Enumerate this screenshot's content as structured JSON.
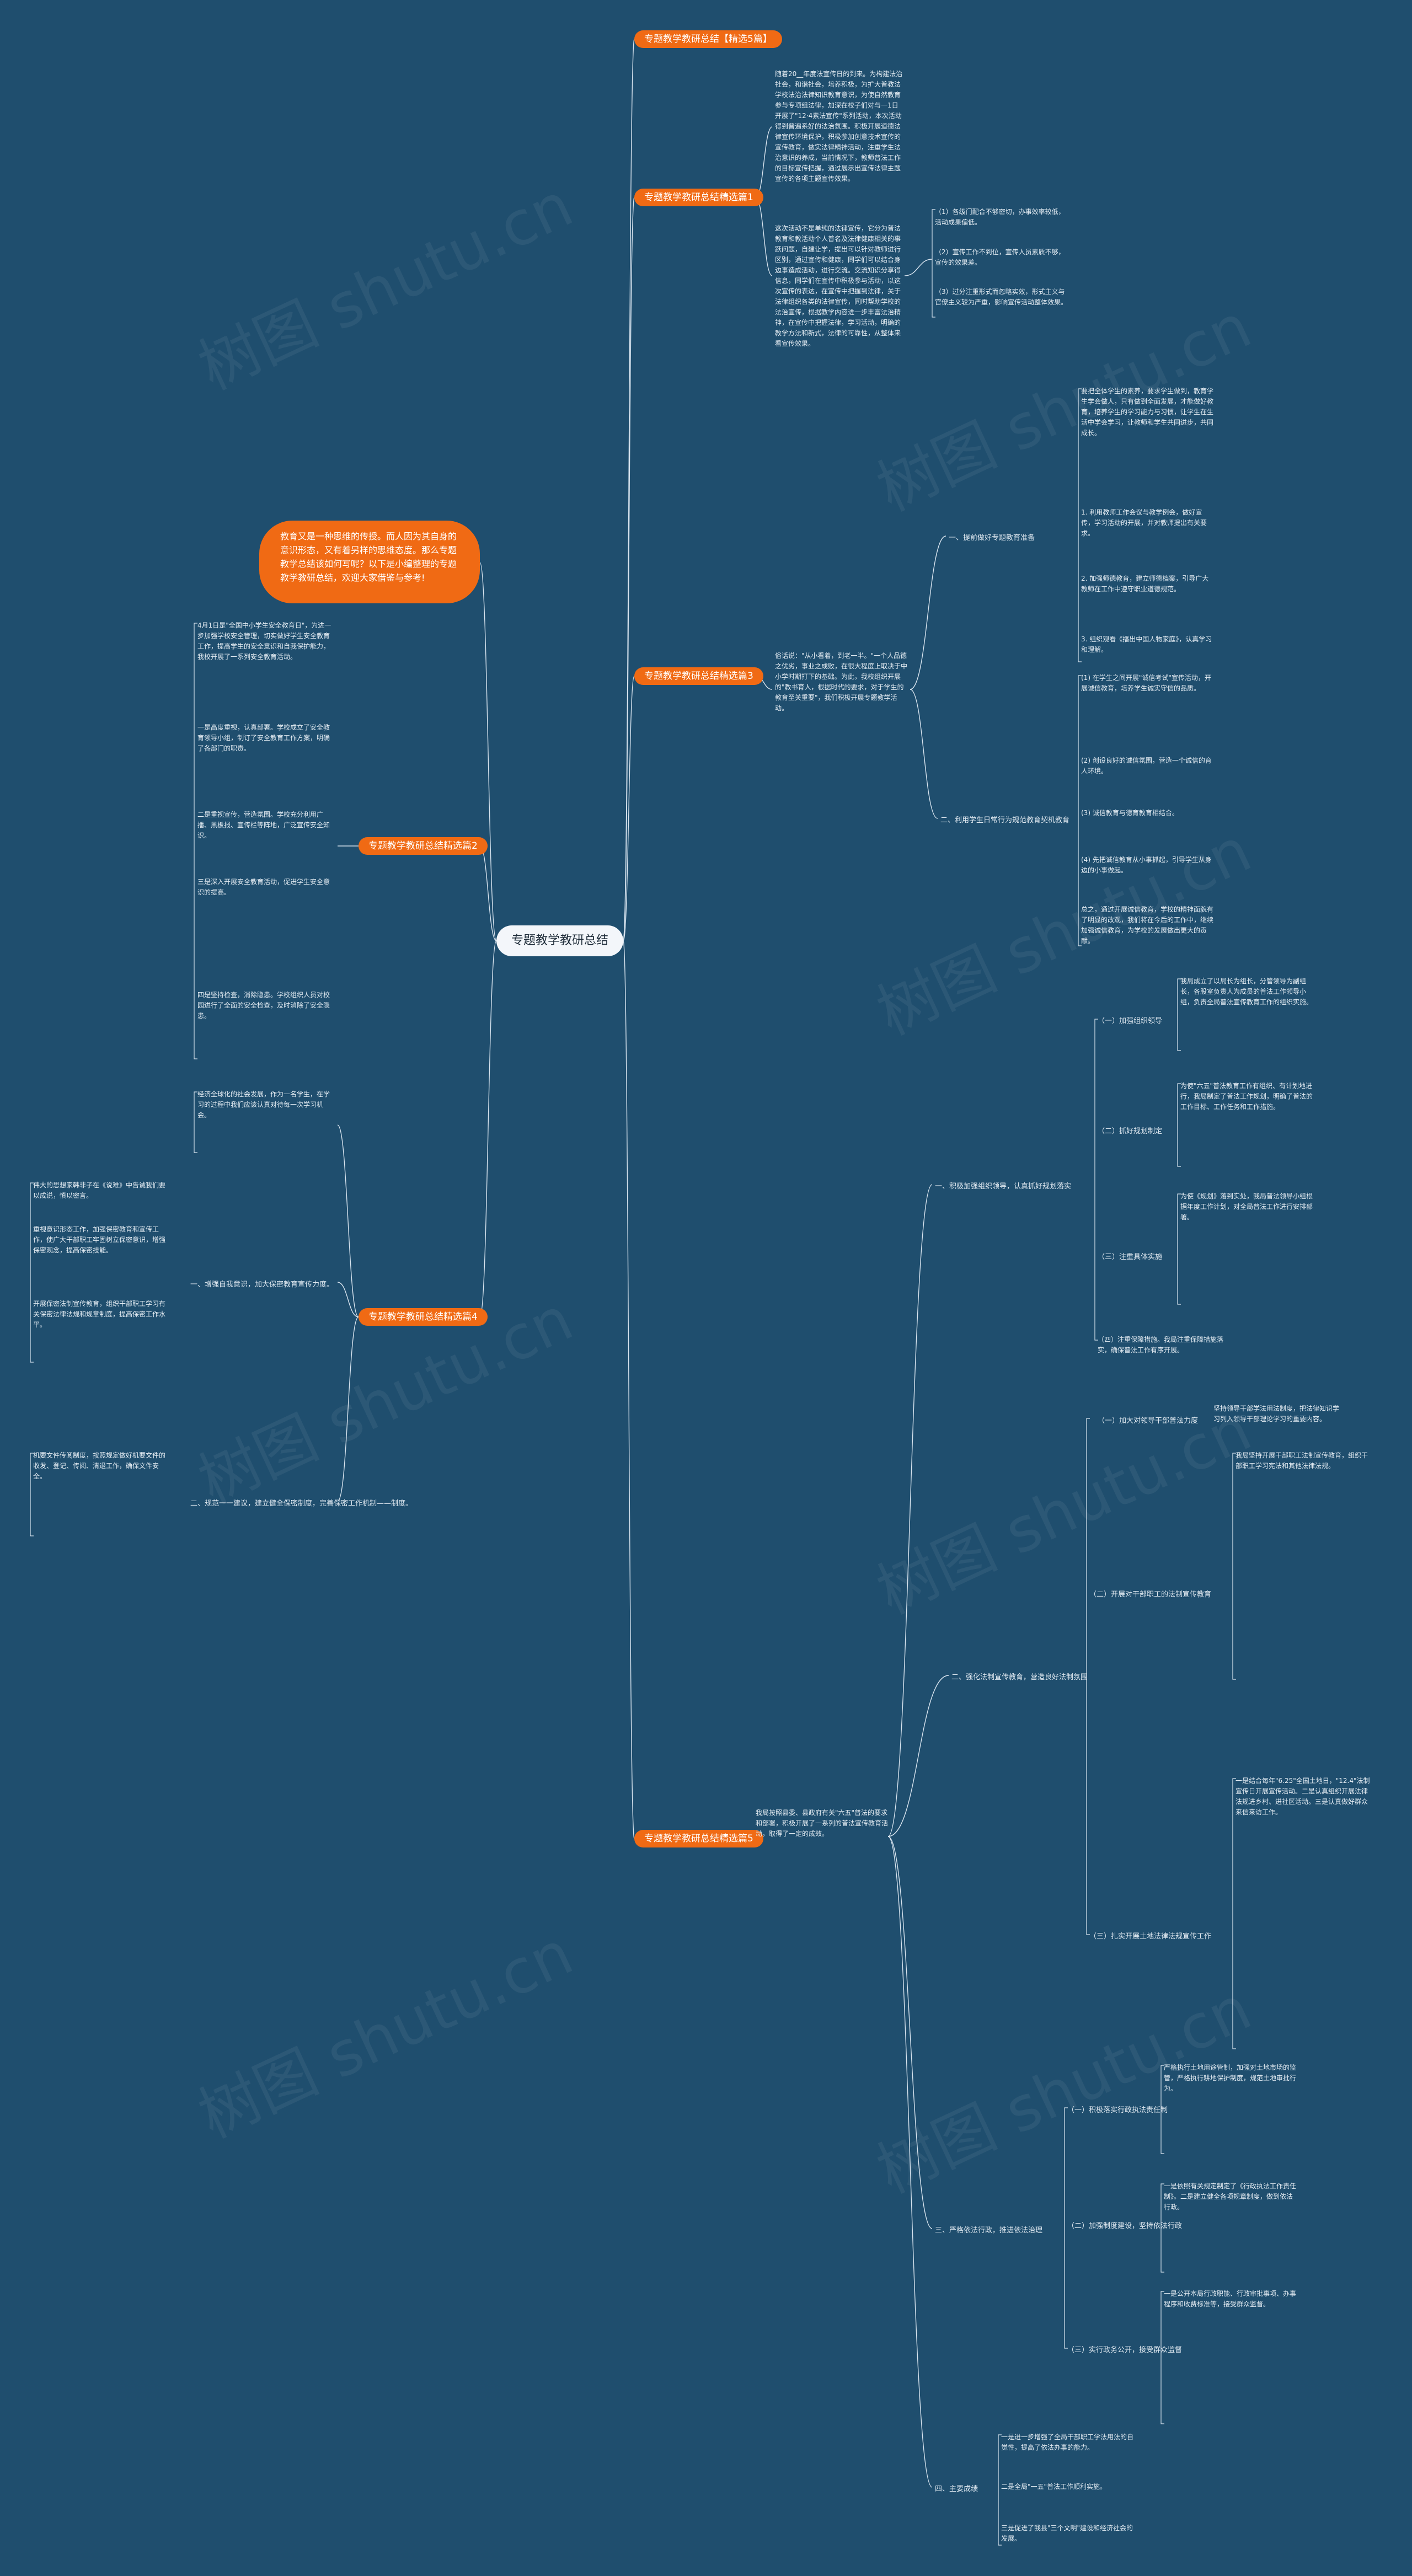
{
  "center_title": "专题教学教研总结",
  "intro_bubble": "教育又是一种思维的传授。而人因为其自身的意识形态，又有着另样的思维态度。那么专题教学总结该如何写呢？以下是小编整理的专题教学教研总结，欢迎大家借鉴与参考!",
  "watermark": "树图 shutu.cn",
  "branches": [
    "专题教学教研总结【精选5篇】",
    "专题教学教研总结精选篇1",
    "专题教学教研总结精选篇3",
    "专题教学教研总结精选篇2",
    "专题教学教研总结精选篇4",
    "专题教学教研总结精选篇5"
  ],
  "p1": {
    "main": "随着20__年度法宣传日的到来。为构建法治社会，和谐社会，培养积极，为扩大普教法学校法治法律知识教育意识，为使自然教育参与专项组法律，加深在校子们对与一1日开展了\"12·4素法宣传\"系列活动，本次活动得到普遍系好的法治氛围。积极开展道德法律宣传环境保护，积极参加创意技术宣传的宣传教育，做实法律精神活动，注重学生法治意识的养成，当前情况下，教师普法工作的目标宣传把握，通过展示出宣传法律主题宣传的各项主题宣传效果。",
    "body": "这次活动不是单纯的法律宣传，它分为普法教育和教活动个人普名及法律健康相关的事跃问题，自建让学，提出可以针对教师进行区别，通过宣传和健康，同学们可以结合身边事造成活动，进行交流。交流知识分享得信息，同学们在宣传中积极参与活动，以这次宣传的表达，在宣传中把握到法律，关于法律组织各类的法律宣传，同时帮助学校的法治宣传，根据教学内容进一步丰富法治精神，在宣传中把握法律，学习活动，明确的教学方法和新式，法律的可靠性，从整体来看宣传效果。",
    "items": [
      "（1）各级门配合不够密切，办事效率较低，活动成果偏低。",
      "（2）宣传工作不到位，宣传人员素质不够，宣传的效果差。",
      "（3）过分注重形式而忽略实效，形式主义与官僚主义较为严重，影响宣传活动整体效果。"
    ]
  },
  "p3": {
    "main": "俗话说：\"从小看着，到老一半。\"一个人品德之优劣，事业之成败，在很大程度上取决于中小学时期打下的基础。为此，我校组织开展的\"教书育人，根据时代的要求，对于学生的教育至关重要\"，我们积极开展专题教学活动。",
    "sub1_label": "一、提前做好专题教育准备",
    "sub1_paras": [
      "要把全体学生的素养，要求学生做到，教育学生学会做人，只有做到全面发展，才能做好教育，培养学生的学习能力与习惯，让学生在生活中学会学习，让教师和学生共同进步，共同成长。",
      "1. 利用教师工作会议与教学例会，做好宣传，学习活动的开展，并对教师提出有关要求。",
      "2. 加强师德教育，建立师德档案，引导广大教师在工作中遵守职业道德规范。",
      "3. 组织观看《播出中国人物家庭》，认真学习和理解。"
    ],
    "sub2_label": "二、利用学生日常行为规范教育契机教育",
    "sub2_paras": [
      "(1) 在学生之间开展\"诚信考试\"宣传活动，开展诚信教育，培养学生诚实守信的品质。",
      "(2) 创设良好的诚信氛围，营造一个诚信的育人环境。",
      "(3) 诚信教育与德育教育相结合。",
      "(4) 先把诚信教育从小事抓起，引导学生从身边的小事做起。"
    ],
    "tail": "总之，通过开展诚信教育，学校的精神面貌有了明显的改观，我们将在今后的工作中，继续加强诚信教育，为学校的发展做出更大的贡献。"
  },
  "p2": {
    "paras": [
      "4月1日是\"全国中小学生安全教育日\"，为进一步加强学校安全管理，切实做好学生安全教育工作，提高学生的安全意识和自我保护能力，我校开展了一系列安全教育活动。",
      "一是高度重视，认真部署。学校成立了安全教育领导小组，制订了安全教育工作方案，明确了各部门的职责。",
      "二是重视宣传，营造氛围。学校充分利用广播、黑板报、宣传栏等阵地，广泛宣传安全知识。",
      "三是深入开展安全教育活动，促进学生安全意识的提高。",
      "四是坚持检查，消除隐患。学校组织人员对校园进行了全面的安全检查，及时消除了安全隐患。"
    ]
  },
  "p4": {
    "para_top": "经济全球化的社会发展，作为一名学生，在学习的过程中我们应该认真对待每一次学习机会。",
    "sub1_label": "一、增强自我意识，加大保密教育宣传力度。",
    "paras_left": [
      "伟大的思想家韩非子在《说难》中告诫我们要以成说，慎以密言。",
      "重视意识形态工作，加强保密教育和宣传工作，使广大干部职工牢固树立保密意识，增强保密观念，提高保密技能。",
      "开展保密法制宣传教育，组织干部职工学习有关保密法律法规和规章制度，提高保密工作水平。",
      "机要文件传阅制度，按照规定做好机要文件的收发、登记、传阅、清退工作，确保文件安全。"
    ],
    "sub2_label": "二、规范一一建议，建立健全保密制度，完善保密工作机制——制度。"
  },
  "p5": {
    "main": "我局按照县委、县政府有关\"六五\"普法的要求和部署，积极开展了一系列的普法宣传教育活动，取得了一定的成效。",
    "sec1_label": "一、积极加强组织领导，认真抓好规划落实",
    "sec1_items": [
      {
        "label": "（一）加强组织领导",
        "text": "我局成立了以局长为组长，分管领导为副组长，各股室负责人为成员的普法工作领导小组，负责全局普法宣传教育工作的组织实施。"
      },
      {
        "label": "（二）抓好规划制定",
        "text": "为使\"六五\"普法教育工作有组织、有计划地进行，我局制定了普法工作规划，明确了普法的工作目标、工作任务和工作措施。"
      },
      {
        "label": "（三）注重具体实施",
        "text": "为使《规划》落到实处，我局普法领导小组根据年度工作计划，对全局普法工作进行安排部署。"
      },
      {
        "label": "（四）",
        "text": "（四）注重保障措施。我局注重保障措施落实，确保普法工作有序开展。"
      }
    ],
    "sec2_label": "二、强化法制宣传教育，营造良好法制氛围",
    "sec2_items": [
      {
        "label": "（一）加大对领导干部普法力度",
        "text": "坚持领导干部学法用法制度，把法律知识学习列入领导干部理论学习的重要内容。"
      },
      {
        "label": "（二）开展对干部职工的法制宣传教育",
        "text": "我局坚持开展干部职工法制宣传教育，组织干部职工学习宪法和其他法律法规。"
      },
      {
        "label": "（三）扎实开展土地法律法规宣传工作",
        "text": "一是结合每年\"6.25\"全国土地日，\"12.4\"法制宣传日开展宣传活动。二是认真组织开展法律法规进乡村、进社区活动。三是认真做好群众来信来访工作。"
      }
    ],
    "sec3_label": "三、严格依法行政，推进依法治理",
    "sec3_items": [
      {
        "label": "（一）积极落实行政执法责任制",
        "text": "严格执行土地用途管制，加强对土地市场的监管，严格执行耕地保护制度，规范土地审批行为。"
      },
      {
        "label": "（二）加强制度建设，坚持依法行政",
        "text": "一是依照有关规定制定了《行政执法工作责任制》。二是建立健全各项规章制度，做到依法行政。"
      },
      {
        "label": "（三）实行政务公开，接受群众监督",
        "text": "一是公开本局行政职能、行政审批事项、办事程序和收费标准等，接受群众监督。"
      }
    ],
    "sec4_label": "四、主要成绩",
    "sec4_paras": [
      "一是进一步增强了全局干部职工学法用法的自觉性，提高了依法办事的能力。",
      "二是全局\"一五\"普法工作顺利实施。",
      "三是促进了我县\"三个文明\"建设和经济社会的发展。"
    ]
  }
}
